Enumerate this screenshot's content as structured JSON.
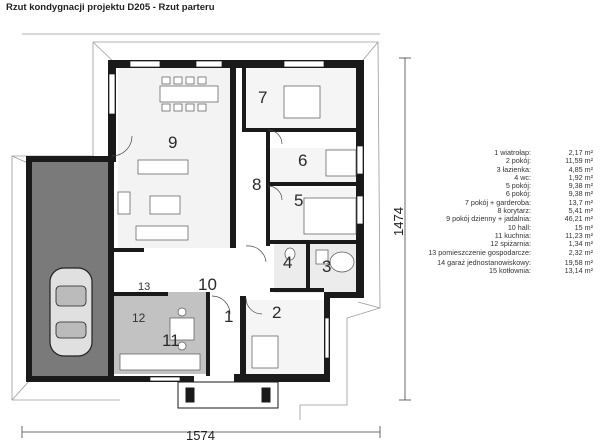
{
  "title": "Rzut kondygnacji projektu D205 - Rzut parteru",
  "dimensions": {
    "width": "1574",
    "height": "1474"
  },
  "area_unit": "m²",
  "rooms": [
    {
      "num": "1",
      "name": "wiatrołap:",
      "area": "2,17"
    },
    {
      "num": "2",
      "name": "pokój:",
      "area": "11,59"
    },
    {
      "num": "3",
      "name": "łazienka:",
      "area": "4,85"
    },
    {
      "num": "4",
      "name": "wc:",
      "area": "1,92"
    },
    {
      "num": "5",
      "name": "pokój:",
      "area": "9,38"
    },
    {
      "num": "6",
      "name": "pokój:",
      "area": "9,38"
    },
    {
      "num": "7",
      "name": "pokój + garderoba:",
      "area": "13,7"
    },
    {
      "num": "8",
      "name": "korytarz:",
      "area": "5,41"
    },
    {
      "num": "9",
      "name": "pokój dzienny + jadalnia:",
      "area": "46,21"
    },
    {
      "num": "10",
      "name": "hall:",
      "area": "15"
    },
    {
      "num": "11",
      "name": "kuchnia:",
      "area": "11,23"
    },
    {
      "num": "12",
      "name": "spiżarnia:",
      "area": "1,34"
    },
    {
      "num": "13",
      "name": "pomieszczenie gospodarcze:",
      "area": "2,32"
    },
    {
      "num": "14",
      "name": "garaż jednostanowiskowy:",
      "area": "19,58"
    },
    {
      "num": "15",
      "name": "kotłownia:",
      "area": "13,14"
    }
  ],
  "colors": {
    "wall": "#1a1a1a",
    "garage_floor": "#7a7a7a",
    "kitchen_floor": "#bdbdbd",
    "room_floor": "#f4f4f4",
    "dim_line": "#444444"
  }
}
